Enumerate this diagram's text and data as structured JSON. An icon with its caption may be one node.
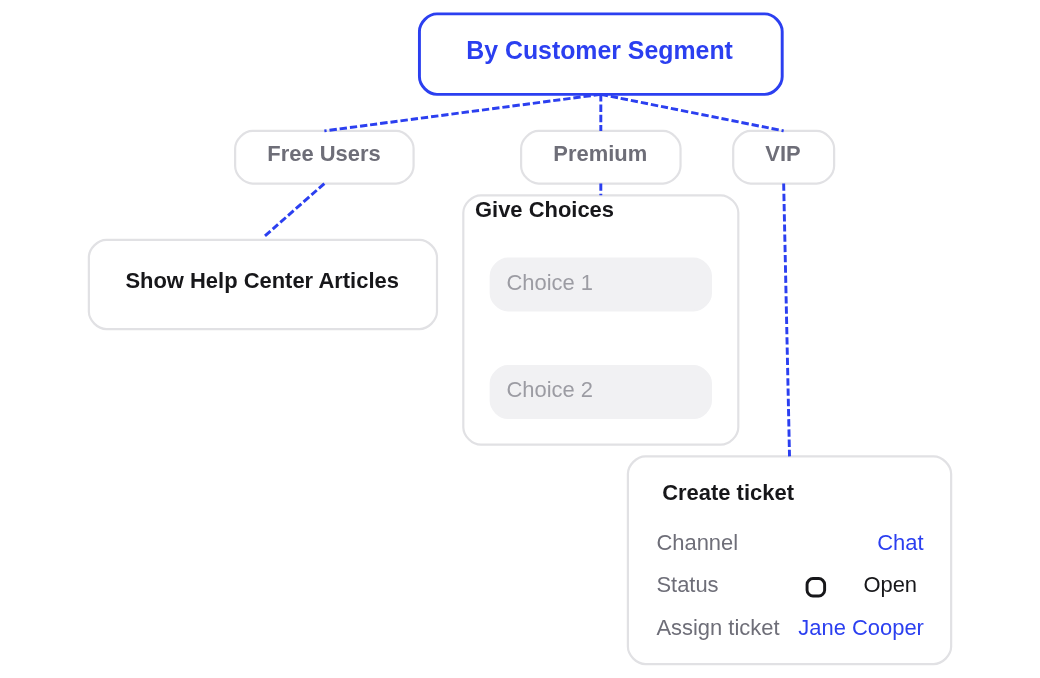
{
  "diagram": {
    "nodes": [
      {
        "text": [
          "By Customer Segment"
        ]
      },
      {
        "text": [
          "Free Users"
        ]
      },
      {
        "text": [
          "Premium"
        ]
      },
      {
        "text": [
          "VIP"
        ]
      },
      {
        "text": [
          "Show Help Center Articles"
        ]
      },
      {
        "text": [
          "Give Choices"
        ]
      },
      {
        "text": [
          "Choice 1"
        ],
        "in": 5
      },
      {
        "text": [
          "Choice 2"
        ],
        "in": 5
      },
      {
        "text": [
          "Create ticket",
          "Channel",
          "Chat",
          "Status",
          "Open",
          "Assign ticket",
          "Jane Cooper"
        ]
      }
    ],
    "edges": [
      {
        "from": 0,
        "to": 1,
        "arrow": "none",
        "style": "dashed"
      },
      {
        "from": 0,
        "to": 2,
        "arrow": "none",
        "style": "dashed"
      },
      {
        "from": 0,
        "to": 3,
        "arrow": "none",
        "style": "dashed"
      },
      {
        "from": 1,
        "to": 4,
        "arrow": "none",
        "style": "dashed"
      },
      {
        "from": 2,
        "to": 5,
        "arrow": "none",
        "style": "dashed"
      },
      {
        "from": 3,
        "to": 8,
        "arrow": "none",
        "style": "dashed"
      }
    ]
  }
}
